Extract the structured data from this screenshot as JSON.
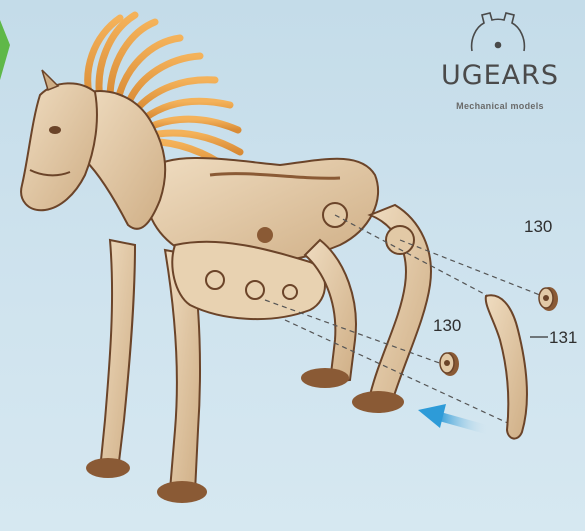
{
  "brand": {
    "logo_icon": "gear-cog-icon",
    "name": "UGEARS",
    "tagline": "Mechanical models"
  },
  "model": {
    "subject": "wooden mechanical horse",
    "callouts": [
      {
        "label": "130"
      },
      {
        "label": "130"
      },
      {
        "label": "131"
      }
    ]
  },
  "colors": {
    "background": "#cfe3ee",
    "wood": "#e2c9a6",
    "wood_dark": "#6b4429",
    "mane": "#e9a04e",
    "arrow": "#3aa6dc",
    "edge_green": "#5fb848"
  }
}
